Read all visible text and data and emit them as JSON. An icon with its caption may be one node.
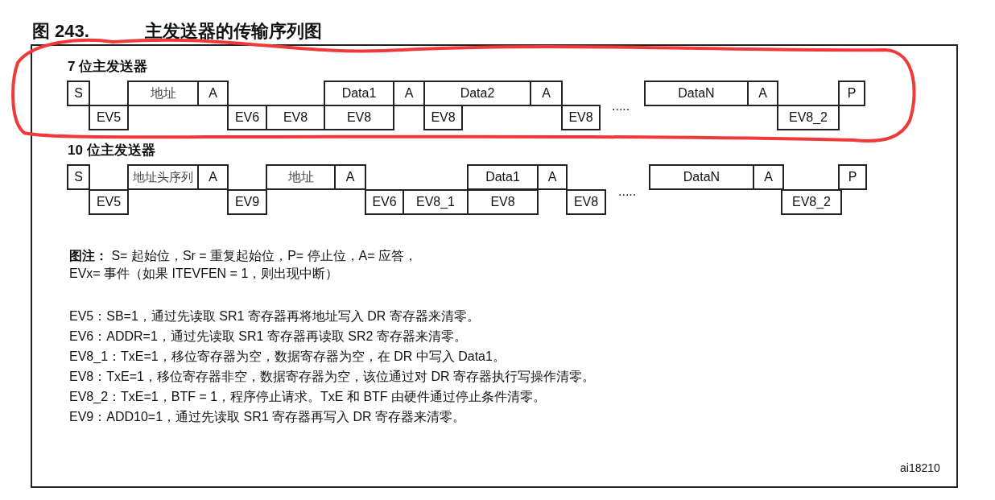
{
  "diagram": {
    "title": "主发送器的传输序列图",
    "nodes": [
      {
        "text": [
          "S"
        ]
      },
      {
        "text": [
          "地址"
        ]
      },
      {
        "text": [
          "A"
        ]
      },
      {
        "text": [
          "Data1"
        ]
      },
      {
        "text": [
          "A"
        ]
      },
      {
        "text": [
          "Data2"
        ]
      },
      {
        "text": [
          "A"
        ]
      },
      {
        "text": [
          "DataN"
        ]
      },
      {
        "text": [
          "A"
        ]
      },
      {
        "text": [
          "P"
        ]
      },
      {
        "text": [
          "EV5"
        ]
      },
      {
        "text": [
          "EV6"
        ]
      },
      {
        "text": [
          "EV8"
        ]
      },
      {
        "text": [
          "EV8"
        ]
      },
      {
        "text": [
          "EV8"
        ]
      },
      {
        "text": [
          "EV8"
        ]
      },
      {
        "text": [
          "EV8_2"
        ]
      },
      {
        "text": [
          "S"
        ]
      },
      {
        "text": [
          "地址头序列"
        ]
      },
      {
        "text": [
          "A"
        ]
      },
      {
        "text": [
          "地址"
        ]
      },
      {
        "text": [
          "A"
        ]
      },
      {
        "text": [
          "Data1"
        ]
      },
      {
        "text": [
          "A"
        ]
      },
      {
        "text": [
          "DataN"
        ]
      },
      {
        "text": [
          "A"
        ]
      },
      {
        "text": [
          "P"
        ]
      },
      {
        "text": [
          "EV5"
        ]
      },
      {
        "text": [
          "EV9"
        ]
      },
      {
        "text": [
          "EV6"
        ]
      },
      {
        "text": [
          "EV8_1"
        ]
      },
      {
        "text": [
          "EV8"
        ]
      },
      {
        "text": [
          "EV8"
        ]
      },
      {
        "text": [
          "EV8_2"
        ]
      }
    ],
    "labels": [
      "图 243.",
      "7 位主发送器",
      ".....",
      "10 位主发送器",
      ".....",
      "**图注：** S= 起始位，Sr = 重复起始位，P= 停止位，A= 应答，",
      "EVx= 事件（如果 ITEVFEN = 1，则出现中断）",
      "EV5：SB=1，通过先读取 SR1 寄存器再将地址写入 DR 寄存器来清零。",
      "EV6：ADDR=1，通过先读取 SR1 寄存器再读取 SR2 寄存器来清零。",
      "EV8_1：TxE=1，移位寄存器为空，数据寄存器为空，在 DR 中写入 Data1。",
      "EV8：TxE=1，移位寄存器非空，数据寄存器为空，该位通过对 DR 寄存器执行写操作清零。",
      "EV8_2：TxE=1，BTF = 1，程序停止请求。TxE 和 BTF 由硬件通过停止条件清零。",
      "EV9：ADD10=1，通过先读取 SR1 寄存器再写入 DR 寄存器来清零。",
      "ai18210"
    ]
  }
}
